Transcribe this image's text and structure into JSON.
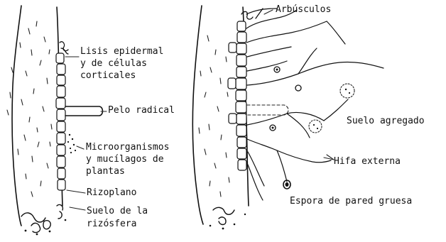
{
  "colors": {
    "ink": "#111111",
    "paper": "#ffffff"
  },
  "left_panel": {
    "lisis": [
      "Lisis epidermal",
      "y de células",
      "corticales"
    ],
    "pelo": "Pelo radical",
    "micro": [
      "Microorganismos",
      "y mucílagos de",
      "plantas"
    ],
    "rizoplano": "Rizoplano",
    "suelo": [
      "Suelo de la",
      "rizósfera"
    ]
  },
  "right_panel": {
    "arbusculos": "Arbúsculos",
    "suelo_agregado": "Suelo agregado",
    "hifa": "Hifa externa",
    "espora": "Espora de pared gruesa"
  }
}
